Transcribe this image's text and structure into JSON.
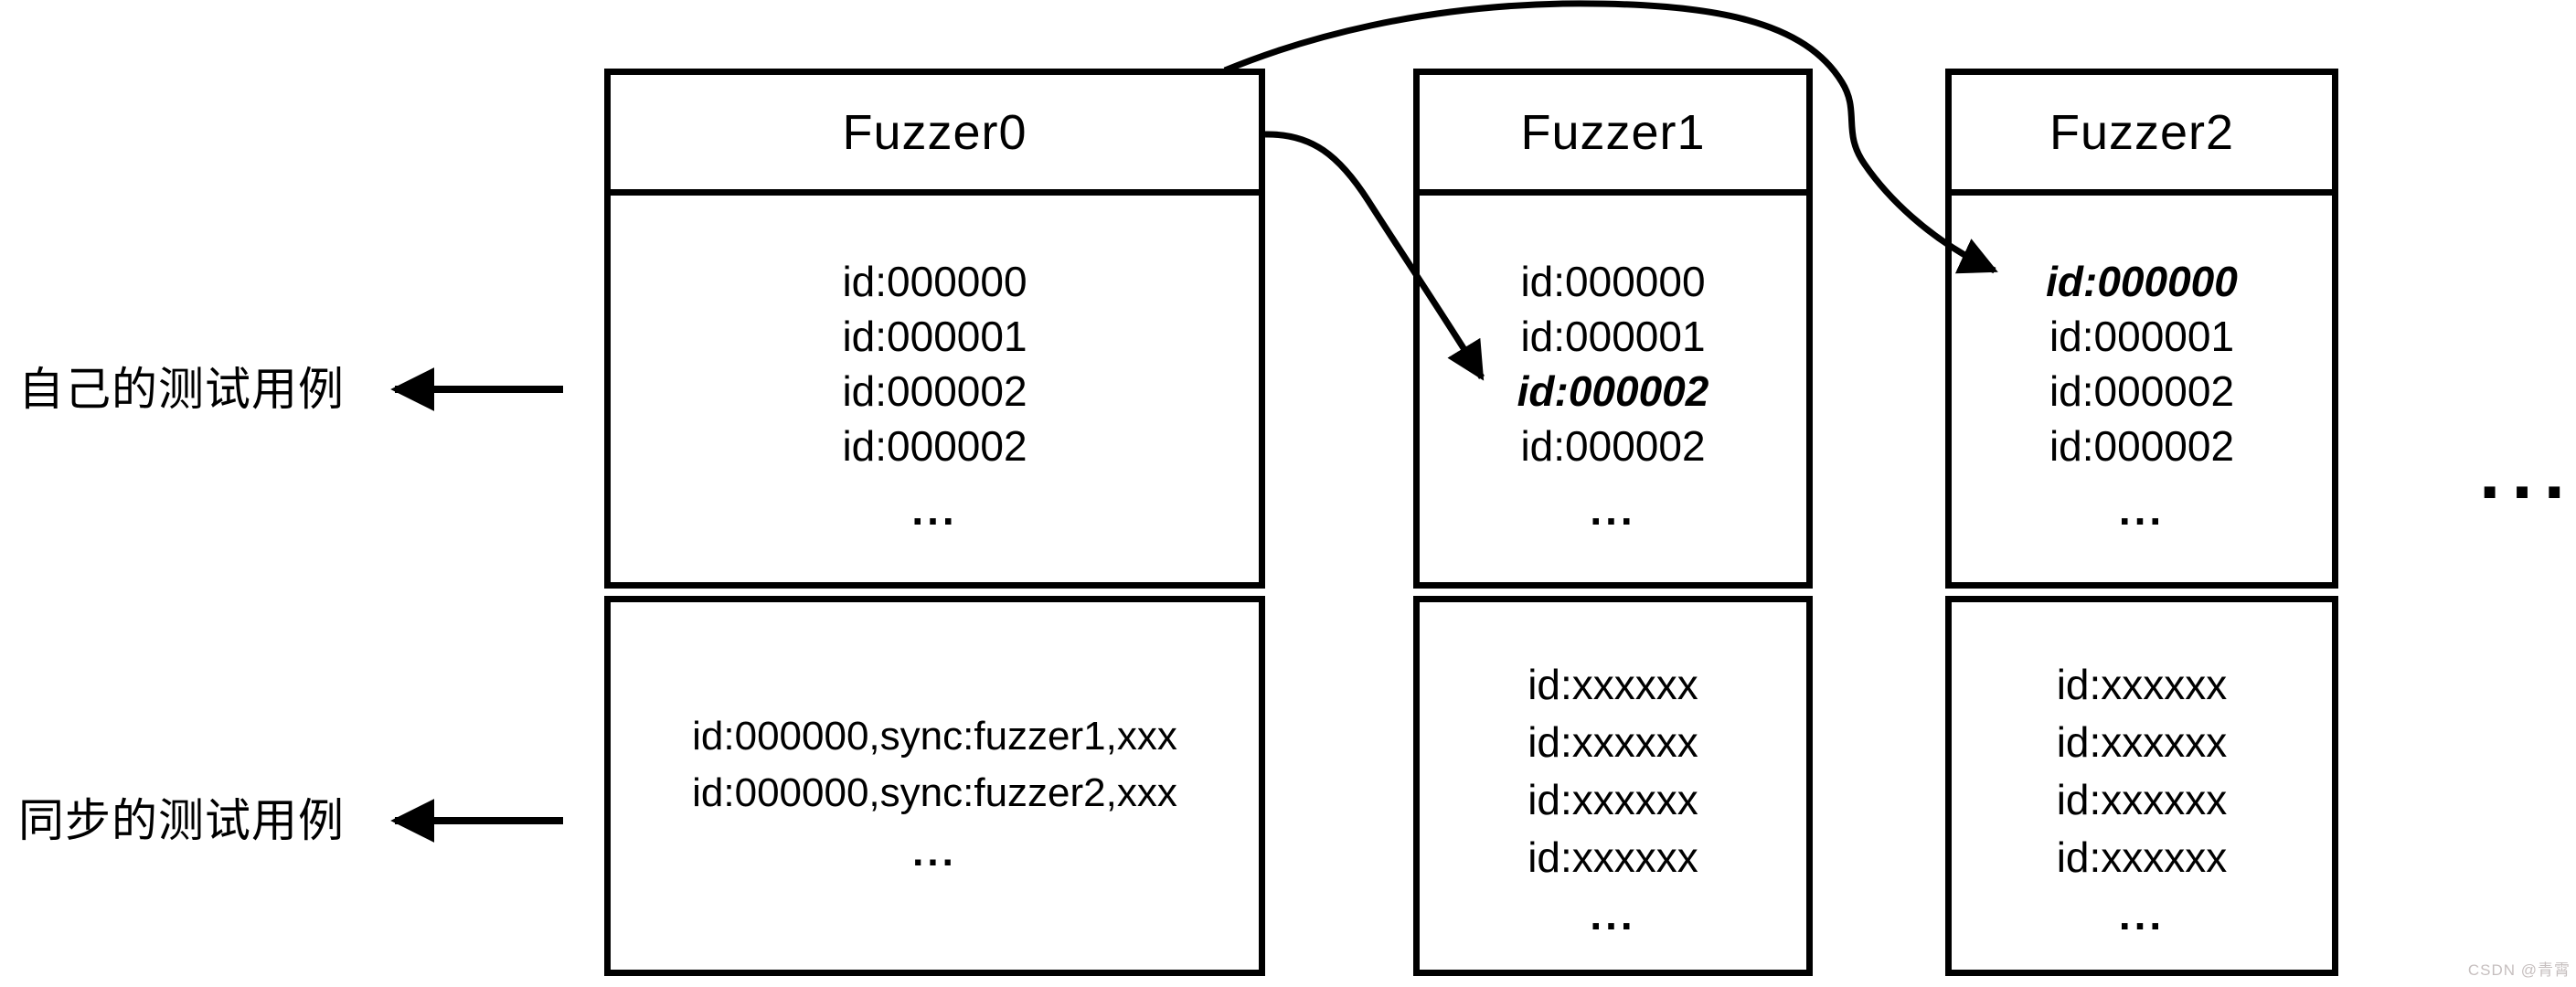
{
  "labels": {
    "own": "自己的测试用例",
    "sync": "同步的测试用例"
  },
  "fuzzers": [
    {
      "title": "Fuzzer0",
      "own_ids": [
        "id:000000",
        "id:000001",
        "id:000002",
        "id:000002"
      ],
      "own_more": "...",
      "sync_ids": [
        "id:000000,sync:fuzzer1,xxx",
        "id:000000,sync:fuzzer2,xxx"
      ],
      "sync_more": "..."
    },
    {
      "title": "Fuzzer1",
      "own_ids": [
        "id:000000",
        "id:000001",
        "id:000002",
        "id:000002"
      ],
      "own_highlight_index": 2,
      "own_more": "...",
      "sync_ids": [
        "id:xxxxxx",
        "id:xxxxxx",
        "id:xxxxxx",
        "id:xxxxxx"
      ],
      "sync_more": "..."
    },
    {
      "title": "Fuzzer2",
      "own_ids": [
        "id:000000",
        "id:000001",
        "id:000002",
        "id:000002"
      ],
      "own_highlight_index": 0,
      "own_more": "...",
      "sync_ids": [
        "id:xxxxxx",
        "id:xxxxxx",
        "id:xxxxxx",
        "id:xxxxxx"
      ],
      "sync_more": "..."
    }
  ],
  "more_fuzzers": "...",
  "arrows": {
    "own_label_arrow": "points-left-to-own-label",
    "sync_label_arrow": "points-left-to-sync-label",
    "fuzzer0_to_fuzzer1": "sync of id:000002 into Fuzzer1",
    "fuzzer0_to_fuzzer2": "sync of id:000000 into Fuzzer2"
  },
  "colors": {
    "ink": "#000000",
    "background": "#ffffff",
    "watermark": "#c6bfbf"
  },
  "watermark": "CSDN @青霄"
}
